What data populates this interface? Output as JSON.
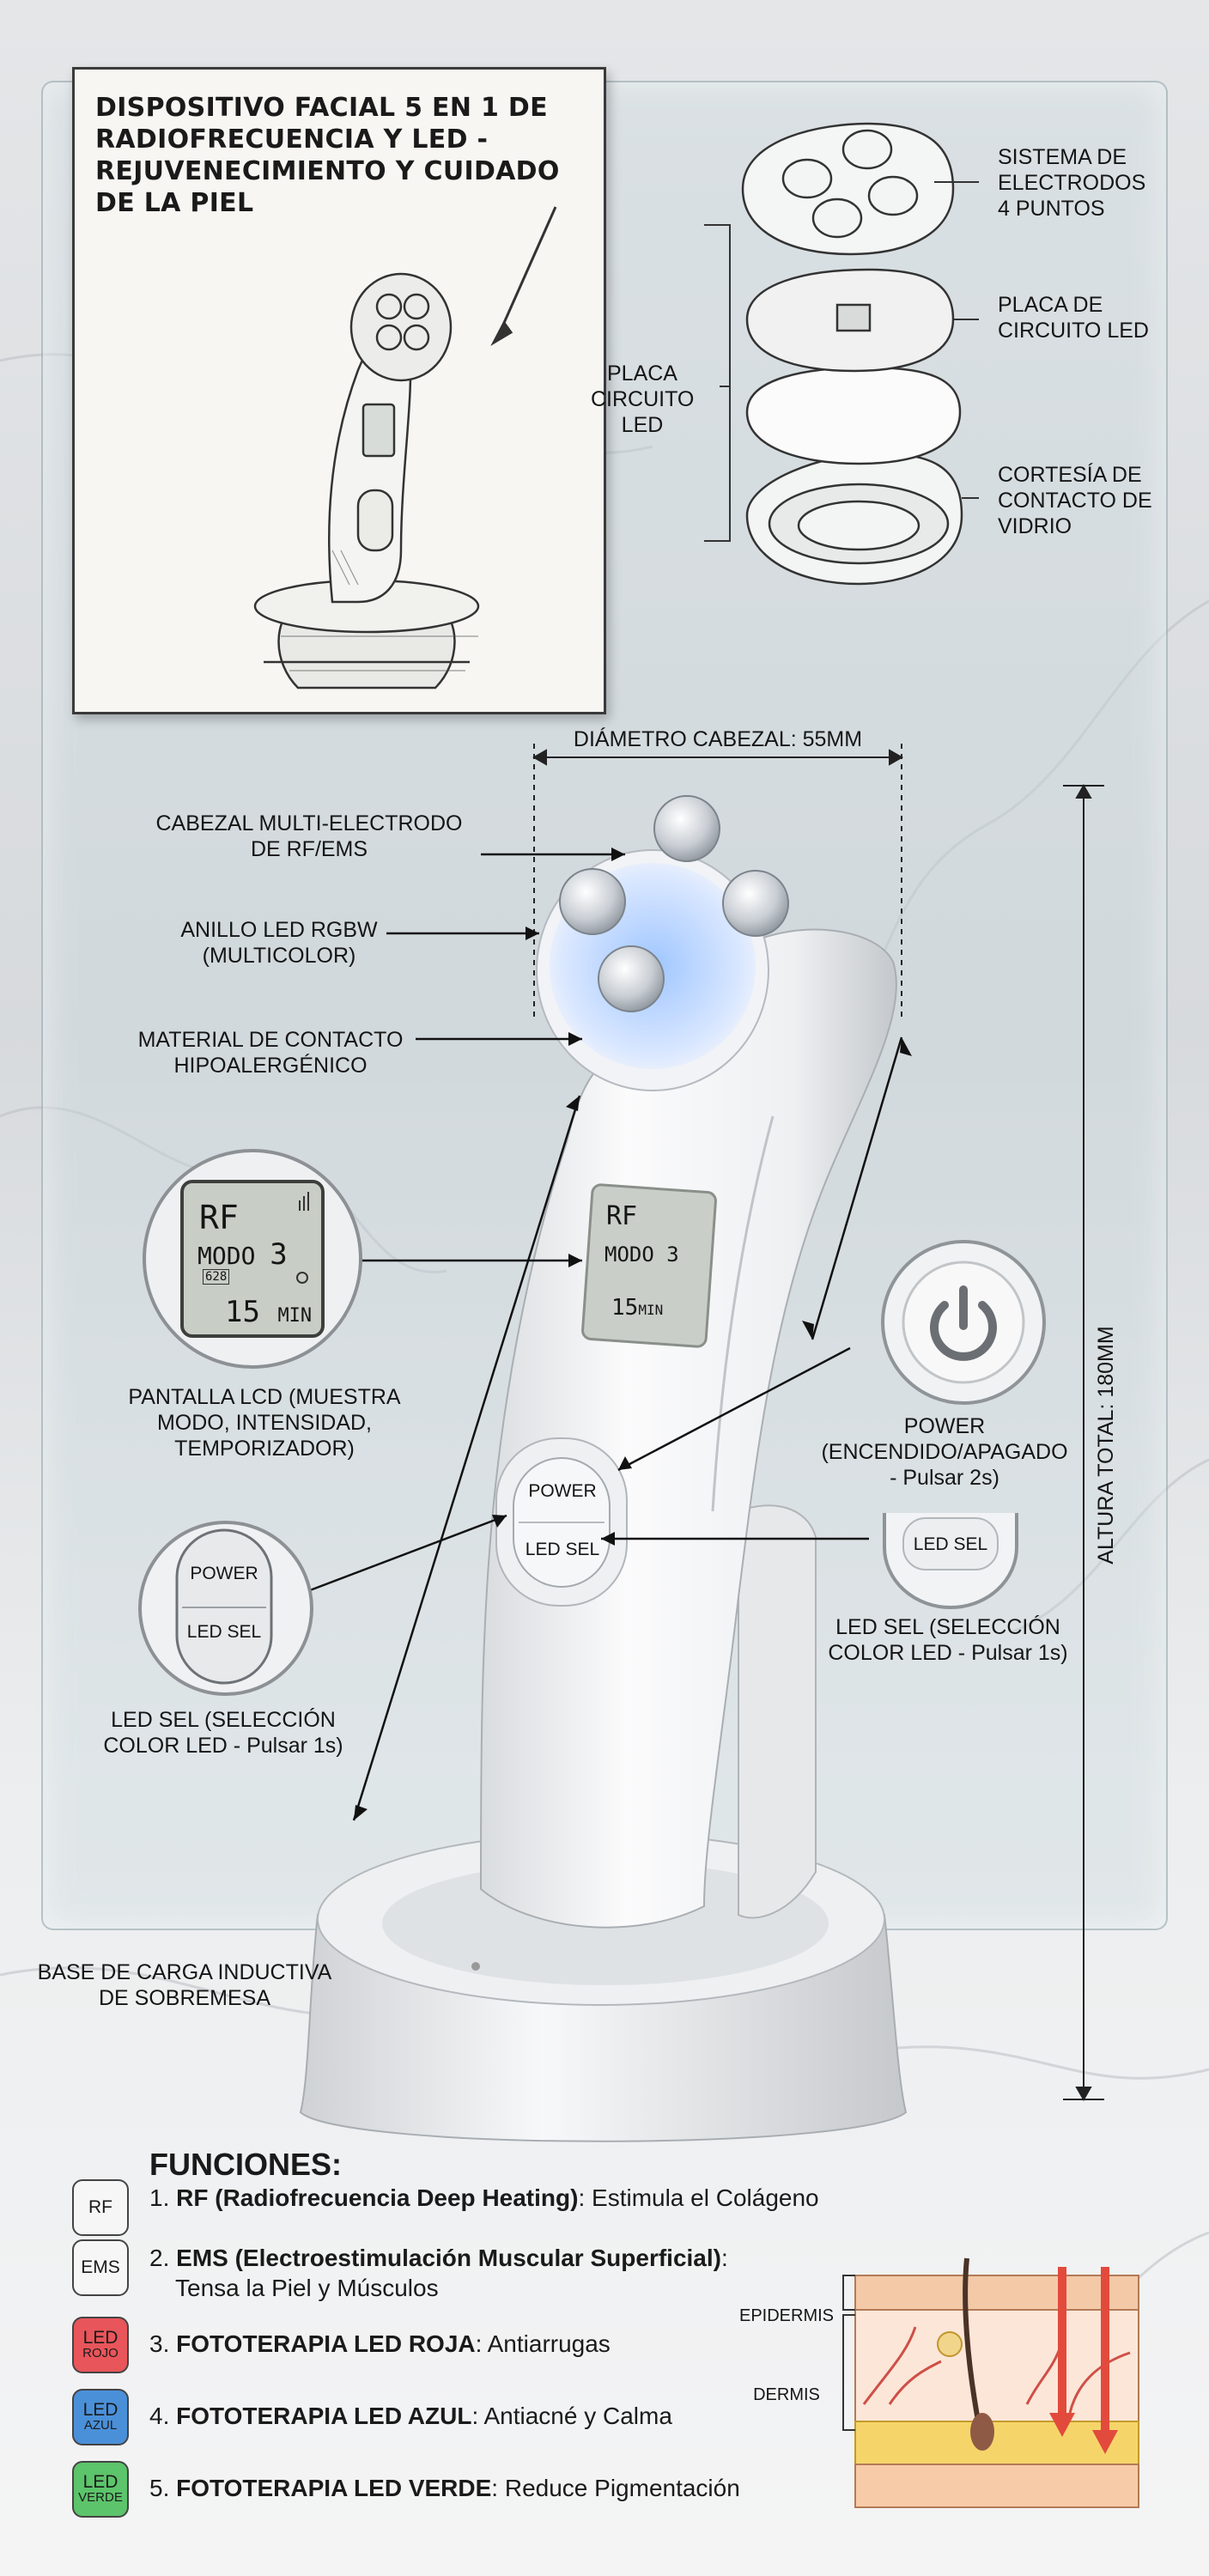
{
  "title": "DISPOSITIVO FACIAL 5 EN 1 DE RADIOFRECUENCIA Y LED - REJUVENECIMIENTO Y CUIDADO DE LA PIEL",
  "exploded": {
    "electrodes": "SISTEMA DE ELECTRODOS 4 PUNTOS",
    "led_board": "PLACA DE CIRCUITO LED",
    "glass": "CORTESÍA DE CONTACTO DE VIDRIO",
    "left_board": "PLACA CIRCUITO LED"
  },
  "dims": {
    "head_diameter": "DIÁMETRO CABEZAL: 55mm",
    "total_height": "ALTURA TOTAL: 180mm"
  },
  "callouts": {
    "head": "CABEZAL MULTI-ELECTRODO DE RF/EMS",
    "led_ring": "ANILLO LED RGBW (MULTICOLOR)",
    "material": "MATERIAL DE CONTACTO HIPOALERGÉNICO",
    "lcd": "PANTALLA LCD (MUESTRA MODO, INTENSIDAD, TEMPORIZADOR)",
    "power": "POWER (ENCENDIDO/APAGADO - Pulsar 2s)",
    "led_sel_right": "LED SEL (SELECCIÓN COLOR LED - Pulsar 1s)",
    "led_sel_left": "LED SEL (SELECCIÓN COLOR LED - Pulsar 1s)",
    "base": "BASE DE CARGA INDUCTIVA DE SOBREMESA"
  },
  "lcd": {
    "mode_type": "RF",
    "mode_label": "MODO",
    "mode_value": "3",
    "timer": "15",
    "timer_unit": "MIN",
    "small": "628"
  },
  "buttons": {
    "power": "POWER",
    "led_sel": "LED SEL"
  },
  "functions": {
    "heading": "FUNCIONES:",
    "items": [
      {
        "badge": "RF",
        "badge_sub": "",
        "color": "#f6f6f6",
        "num": "1.",
        "bold": "RF (Radiofrecuencia Deep Heating)",
        "rest": ": Estimula el Colágeno",
        "rest2": ""
      },
      {
        "badge": "EMS",
        "badge_sub": "",
        "color": "#f6f6f6",
        "num": "2.",
        "bold": "EMS (Electroestimulación Muscular Superficial)",
        "rest": ":",
        "rest2": "Tensa la Piel y Músculos"
      },
      {
        "badge": "LED",
        "badge_sub": "ROJO",
        "color": "#e8555a",
        "num": "3.",
        "bold": "FOTOTERAPIA LED ROJA",
        "rest": ": Antiarrugas",
        "rest2": ""
      },
      {
        "badge": "LED",
        "badge_sub": "AZUL",
        "color": "#4a90d9",
        "num": "4.",
        "bold": "FOTOTERAPIA LED AZUL",
        "rest": ": Antiacné y Calma",
        "rest2": ""
      },
      {
        "badge": "LED",
        "badge_sub": "VERDE",
        "color": "#5cc46a",
        "num": "5.",
        "bold": "FOTOTERAPIA LED VERDE",
        "rest": ": Reduce Pigmentación",
        "rest2": ""
      }
    ]
  },
  "skin": {
    "epidermis": "EPIDERMIS",
    "dermis": "DERMIS"
  }
}
